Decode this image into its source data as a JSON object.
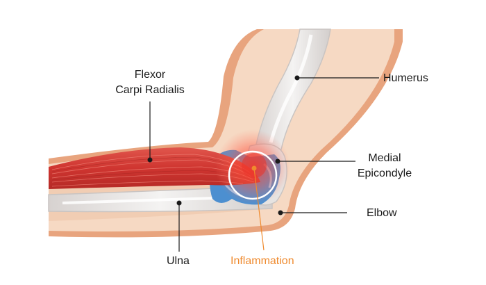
{
  "labels": {
    "flexor_line1": "Flexor",
    "flexor_line2": "Carpi Radialis",
    "humerus": "Humerus",
    "medial_line1": "Medial",
    "medial_line2": "Epicondyle",
    "elbow": "Elbow",
    "ulna": "Ulna",
    "inflammation": "Inflammation"
  },
  "colors": {
    "skin_outline": "#e8a47e",
    "skin_fill": "#f6d9c3",
    "skin_inner": "#f3cdb4",
    "bone_fill": "#e9e7e6",
    "bone_outline": "#c9c4c2",
    "muscle": "#d33a33",
    "muscle_dark": "#b02a25",
    "tendon_blue": "#4c8fd0",
    "inflammation_glow": "#f04a3a",
    "inflammation_label": "#ef8a2e",
    "leader_line": "#1a1a1a"
  }
}
